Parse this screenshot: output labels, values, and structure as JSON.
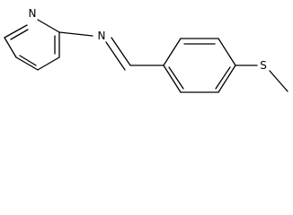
{
  "molecule": {
    "atoms": {
      "pyridine_n": "N",
      "imine_n": "N",
      "sulfur": "S"
    }
  },
  "colors": {
    "bond": "#000000",
    "background": "#ffffff"
  }
}
